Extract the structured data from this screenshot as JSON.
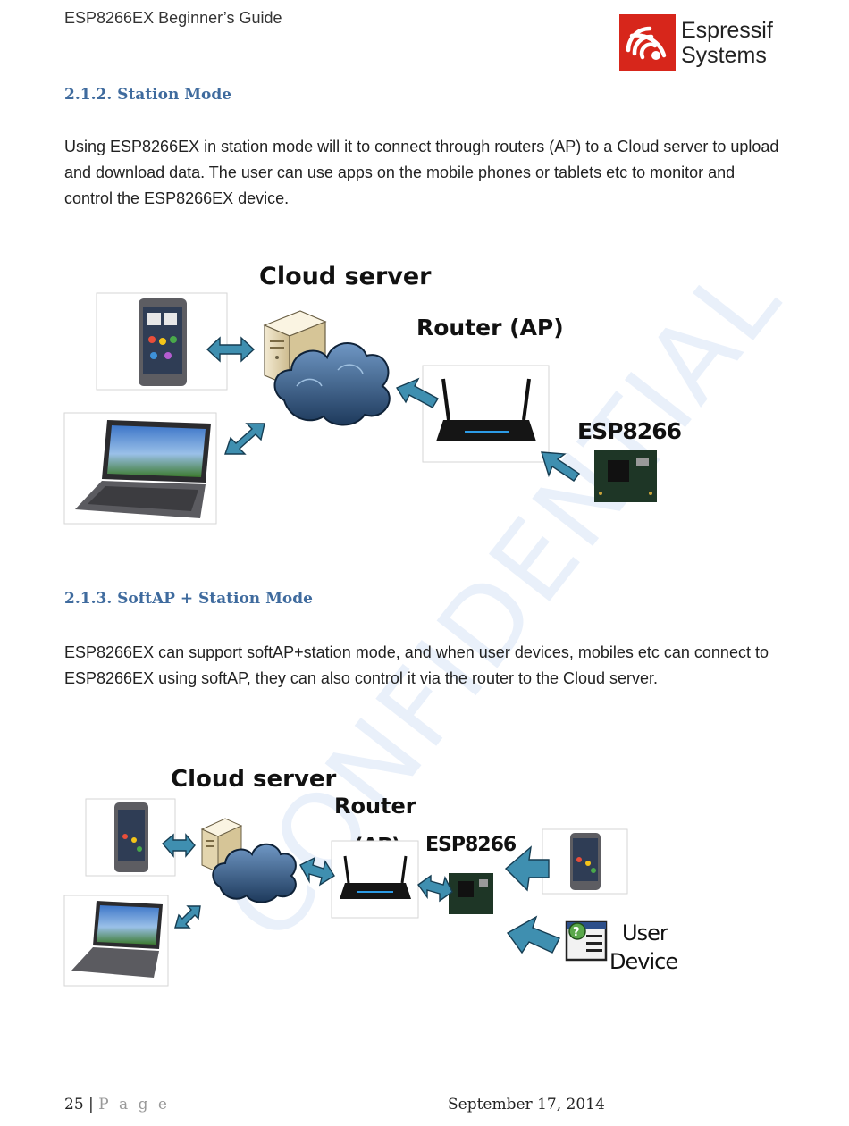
{
  "header": {
    "doc_title": "ESP8266EX Beginner’s Guide",
    "logo_line1": "Espressif",
    "logo_line2": "Systems"
  },
  "section1": {
    "heading": "2.1.2.  Station Mode",
    "paragraph": "Using ESP8266EX in station mode will it to connect through routers (AP) to a Cloud server to upload and download data. The user can use apps on the mobile phones or tablets etc to monitor and control the ESP8266EX device.",
    "diagram": {
      "cloud_label": "Cloud server",
      "router_label": "Router (AP)",
      "esp_label": "ESP8266"
    }
  },
  "section2": {
    "heading": "2.1.3.  SoftAP + Station Mode",
    "paragraph": "ESP8266EX can support softAP+station mode, and when user devices, mobiles etc can connect to ESP8266EX using softAP, they can also control it via the router to the Cloud server.",
    "diagram": {
      "cloud_label": "Cloud server",
      "router_label": "Router",
      "ap_label": "(AP)",
      "esp_label": "ESP8266",
      "user_label_1": "User",
      "user_label_2": "Device"
    }
  },
  "watermark": "CONFIDENTIAL",
  "footer": {
    "page_number": "25",
    "separator": "|",
    "page_word": "P a g e",
    "date": "September 17, 2014"
  },
  "colors": {
    "heading": "#3f6b9e",
    "logo_red": "#d7261b",
    "arrow": "#3f8fb0",
    "cloud": "#24486e"
  }
}
